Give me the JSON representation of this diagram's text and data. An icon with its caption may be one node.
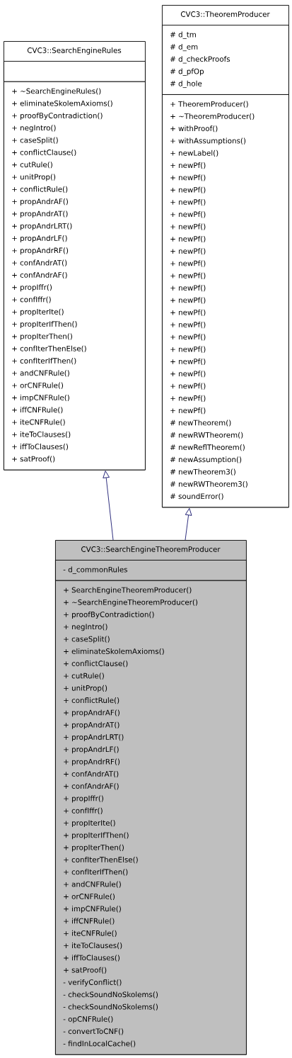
{
  "diagram": {
    "nodes": [
      {
        "text": [
          "CVC3::SearchEngineRules"
        ]
      },
      {
        "text": [],
        "shape": "box",
        "in": 0
      },
      {
        "text": [
          "+ ~SearchEngineRules()",
          "+ eliminateSkolemAxioms()",
          "+ proofByContradiction()",
          "+ negIntro()",
          "+ caseSplit()",
          "+ conflictClause()",
          "+ cutRule()",
          "+ unitProp()",
          "+ conflictRule()",
          "+ propAndrAF()",
          "+ propAndrAT()",
          "+ propAndrLRT()",
          "+ propAndrLF()",
          "+ propAndrRF()",
          "+ confAndrAT()",
          "+ confAndrAF()",
          "+ propIffr()",
          "+ confIffr()",
          "+ propIterIte()",
          "+ propIterIfThen()",
          "+ propIterThen()",
          "+ confIterThenElse()",
          "+ confIterIfThen()",
          "+ andCNFRule()",
          "+ orCNFRule()",
          "+ impCNFRule()",
          "+ iffCNFRule()",
          "+ iteCNFRule()",
          "+ iteToClauses()",
          "+ iffToClauses()",
          "+ satProof()"
        ],
        "in": 0
      },
      {
        "text": [
          "CVC3::TheoremProducer"
        ]
      },
      {
        "text": [
          "# d_tm",
          "# d_em",
          "# d_checkProofs",
          "# d_pfOp",
          "# d_hole"
        ],
        "in": 3
      },
      {
        "text": [
          "+ TheoremProducer()",
          "+ ~TheoremProducer()",
          "+ withProof()",
          "+ withAssumptions()",
          "+ newLabel()",
          "+ newPf()",
          "+ newPf()",
          "+ newPf()",
          "+ newPf()",
          "+ newPf()",
          "+ newPf()",
          "+ newPf()",
          "+ newPf()",
          "+ newPf()",
          "+ newPf()",
          "+ newPf()",
          "+ newPf()",
          "+ newPf()",
          "+ newPf()",
          "+ newPf()",
          "+ newPf()",
          "+ newPf()",
          "+ newPf()",
          "+ newPf()",
          "+ newPf()",
          "+ newPf()",
          "# newTheorem()",
          "# newRWTheorem()",
          "# newReflTheorem()",
          "# newAssumption()",
          "# newTheorem3()",
          "# newRWTheorem3()",
          "# soundError()"
        ],
        "in": 3
      },
      {
        "text": [
          "CVC3::SearchEngineTheoremProducer"
        ]
      },
      {
        "text": [
          "- d_commonRules"
        ],
        "in": 6
      },
      {
        "text": [
          "+ SearchEngineTheoremProducer()",
          "+ ~SearchEngineTheoremProducer()",
          "+ proofByContradiction()",
          "+ negIntro()",
          "+ caseSplit()",
          "+ eliminateSkolemAxioms()",
          "+ conflictClause()",
          "+ cutRule()",
          "+ unitProp()",
          "+ conflictRule()",
          "+ propAndrAF()",
          "+ propAndrAT()",
          "+ propAndrLRT()",
          "+ propAndrLF()",
          "+ propAndrRF()",
          "+ confAndrAT()",
          "+ confAndrAF()",
          "+ propIffr()",
          "+ confIffr()",
          "+ propIterIte()",
          "+ propIterIfThen()",
          "+ propIterThen()",
          "+ confIterThenElse()",
          "+ confIterIfThen()",
          "+ andCNFRule()",
          "+ orCNFRule()",
          "+ impCNFRule()",
          "+ iffCNFRule()",
          "+ iteCNFRule()",
          "+ iteToClauses()",
          "+ iffToClauses()",
          "+ satProof()",
          "- verifyConflict()",
          "- checkSoundNoSkolems()",
          "- checkSoundNoSkolems()",
          "- opCNFRule()",
          "- convertToCNF()",
          "- findInLocalCache()"
        ],
        "in": 6
      }
    ],
    "edges": [
      {
        "from": 6,
        "to": 0,
        "arrow": "to"
      },
      {
        "from": 6,
        "to": 3,
        "arrow": "to"
      }
    ]
  }
}
